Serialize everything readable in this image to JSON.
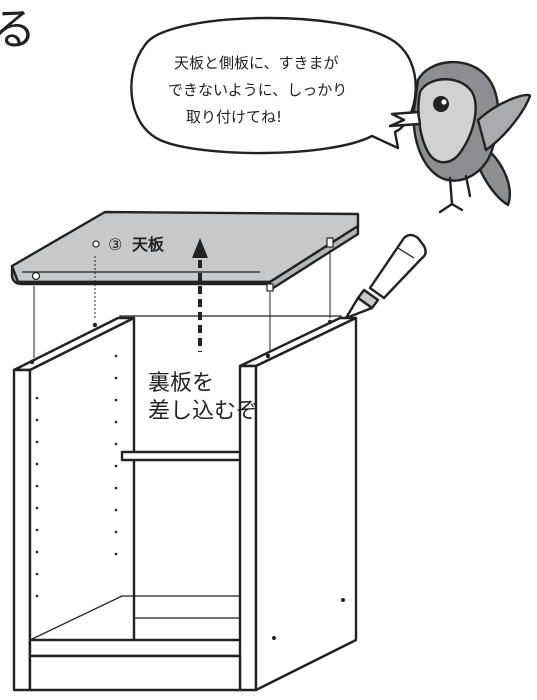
{
  "header": {
    "fragment": "る"
  },
  "bubble": {
    "lines": [
      "天板と側板に、すきまが",
      "できないように、しっかり",
      "取り付けてね!"
    ]
  },
  "part_label": {
    "number": "③",
    "name": "天板"
  },
  "instruction": {
    "lines": [
      "裏板を",
      "差し込むぞ"
    ]
  },
  "icons": {
    "bird": "bird-mascot-icon",
    "glue": "glue-tube-icon",
    "arrow": "dashed-up-arrow-icon"
  },
  "colors": {
    "board_top": "#c6c8ca",
    "board_edge": "#b3b5b7",
    "bird_body": "#8c8e91",
    "bird_face": "#cfd1d3",
    "outline": "#222222"
  }
}
